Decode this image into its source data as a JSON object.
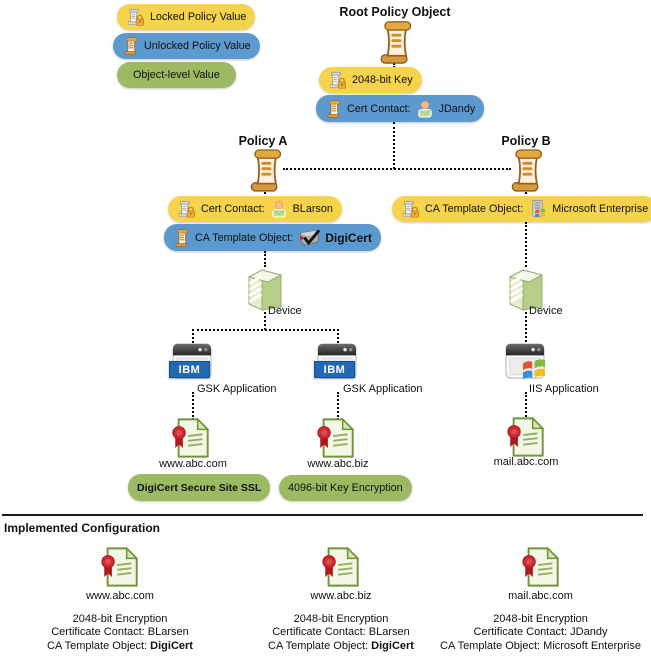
{
  "legend": {
    "items": [
      {
        "label": "Locked Policy Value"
      },
      {
        "label": "Unlocked Policy Value"
      },
      {
        "label": "Object-level Value"
      }
    ]
  },
  "root": {
    "title": "Root Policy Object",
    "key_label": "2048-bit Key",
    "contact_prefix": "Cert Contact:",
    "contact_name": "JDandy"
  },
  "policy_a": {
    "title": "Policy A",
    "contact_prefix": "Cert Contact:",
    "contact_name": "BLarson",
    "template_prefix": "CA Template Object:",
    "template_name": "DigiCert",
    "device_label": "Device",
    "app1_label": "GSK Application",
    "app2_label": "GSK Application",
    "ibm_badge": "IBM",
    "cert1_domain": "www.abc.com",
    "cert2_domain": "www.abc.biz",
    "cert1_value_pill": "DigiCert Secure Site SSL",
    "cert2_value_pill": "4096-bit Key Encryption"
  },
  "policy_b": {
    "title": "Policy B",
    "template_prefix": "CA Template Object:",
    "template_name": "Microsoft Enterprise",
    "device_label": "Device",
    "app_label": "IIS Application",
    "cert_domain": "mail.abc.com"
  },
  "implemented": {
    "heading": "Implemented Configuration",
    "columns": [
      {
        "domain": "www.abc.com",
        "encryption": "2048-bit Encryption",
        "contact": "Certificate Contact: BLarsen",
        "template_prefix": "CA Template Object:",
        "template_name": "DigiCert"
      },
      {
        "domain": "www.abc.biz",
        "encryption": "2048-bit Encryption",
        "contact": "Certificate Contact: BLarsen",
        "template_prefix": "CA Template Object:",
        "template_name": "DigiCert"
      },
      {
        "domain": "mail.abc.com",
        "encryption": "2048-bit Encryption",
        "contact": "Certificate Contact: JDandy",
        "template_prefix": "CA Template Object:",
        "template_name": "Microsoft Enterprise"
      }
    ]
  },
  "colors": {
    "locked_pill": "#F5D44C",
    "unlocked_pill": "#5B99CF",
    "object_pill": "#9CBA62",
    "ibm_blue": "#2268B2"
  }
}
